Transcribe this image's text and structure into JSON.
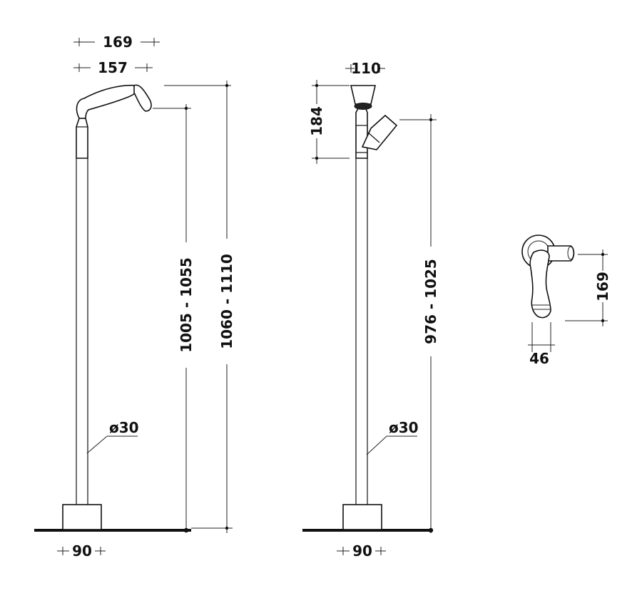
{
  "left_view": {
    "top_width_outer": "169",
    "top_width_inner": "157",
    "height_outlet": "1005 - 1055",
    "height_total": "1060 - 1110",
    "pipe_diameter": "ø30",
    "base_width": "90"
  },
  "middle_view": {
    "head_width": "110",
    "head_height": "184",
    "height_handle": "976 - 1025",
    "pipe_diameter": "ø30",
    "base_width": "90"
  },
  "right_view": {
    "handle_length": "169",
    "handle_width": "46"
  }
}
